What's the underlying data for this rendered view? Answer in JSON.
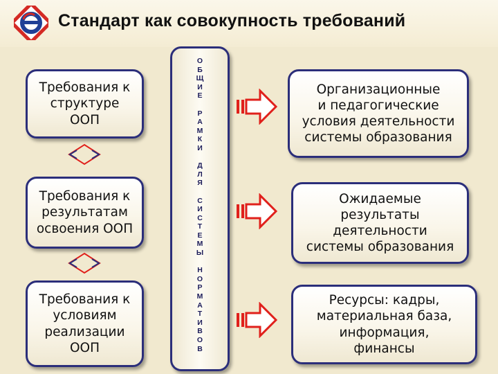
{
  "header": {
    "title": "Стандарт как совокупность требований"
  },
  "left_boxes": [
    {
      "text": "Требования к\nструктуре\nООП"
    },
    {
      "text": "Требования к\nрезультатам\nосвоения ООП"
    },
    {
      "text": "Требования к\nусловиям\nреализации\nООП"
    }
  ],
  "center": {
    "vertical_text": "ОБЩИЕ РАМКИ ДЛЯ СИСТЕМЫ НОРМАТИВОВ"
  },
  "right_boxes": [
    {
      "text": "Организационные\nи педагогические\nусловия деятельности\nсистемы образования"
    },
    {
      "text": "Ожидаемые результаты\nдеятельности\nсистемы образования"
    },
    {
      "text": "Ресурсы: кадры,\nматериальная база,\nинформация,\nфинансы"
    }
  ],
  "colors": {
    "border": "#2b2e7a",
    "arrow": "#e0201b",
    "logo_blue": "#1f3f96",
    "logo_red": "#d42a24",
    "background": "#f1e9cf"
  },
  "icons": {
    "logo": "education-standard-logo",
    "connector": "double-arrow-diamond",
    "arrow": "red-block-arrow"
  }
}
